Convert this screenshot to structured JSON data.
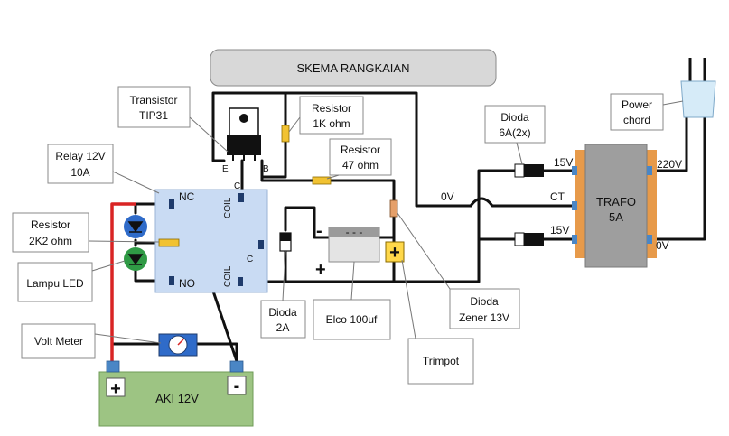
{
  "title": "SKEMA RANGKAIAN",
  "labels": {
    "transistor": [
      "Transistor",
      "TIP31"
    ],
    "resistor_1k": [
      "Resistor",
      "1K ohm"
    ],
    "resistor_47": [
      "Resistor",
      "47 ohm"
    ],
    "relay": [
      "Relay 12V",
      "10A"
    ],
    "resistor_2k2": [
      "Resistor",
      "2K2 ohm"
    ],
    "lampu_led": "Lampu LED",
    "volt_meter": "Volt Meter",
    "dioda_6a": [
      "Dioda",
      "6A(2x)"
    ],
    "power_chord": [
      "Power",
      "chord"
    ],
    "dioda_2a": [
      "Dioda",
      "2A"
    ],
    "elco": "Elco 100uf",
    "dioda_zener": [
      "Dioda",
      "Zener 13V"
    ],
    "trimpot": "Trimpot"
  },
  "pins": {
    "transistor_e": "E",
    "transistor_c": "C",
    "transistor_b": "B",
    "relay_nc": "NC",
    "relay_no": "NO",
    "relay_coil_top": "COIL",
    "relay_coil_bottom": "COIL",
    "relay_c": "C"
  },
  "trafo": {
    "name": [
      "TRAFO",
      "5A"
    ],
    "v15_top": "15V",
    "ct": "CT",
    "v15_bottom": "15V",
    "v220": "220V",
    "v0_right": "0V"
  },
  "net": {
    "v0_left": "0V"
  },
  "elco_marks": {
    "minus": "-",
    "minus_inner": "- - -",
    "plus": "+"
  },
  "trimpot_mark": "+",
  "battery": {
    "name": "AKI 12V",
    "plus": "+",
    "minus": "-"
  },
  "colors": {
    "relay_fill": "#c9dbf3",
    "battery_fill": "#9dc483",
    "trafo_body": "#9e9e9e",
    "trafo_core": "#e79a4a",
    "title_fill": "#d8d8d8",
    "red_wire": "#d92424",
    "diode_blue": "#2f6bc9",
    "diode_green": "#2f9a45",
    "resistor_gold": "#f1c232",
    "resistor_brown": "#e5a06a",
    "trimpot_yellow": "#ffd84a"
  }
}
